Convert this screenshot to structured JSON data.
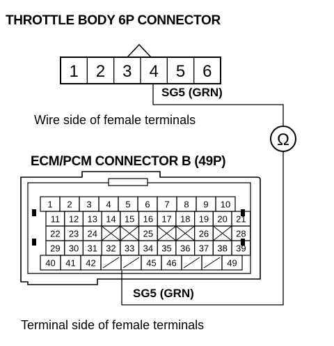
{
  "connector_6p": {
    "title": "THROTTLE BODY 6P CONNECTOR",
    "pins": [
      "1",
      "2",
      "3",
      "4",
      "5",
      "6"
    ],
    "caption": "Wire side of female terminals"
  },
  "wire_label_top": "SG5 (GRN)",
  "meter_symbol": "Ω",
  "connector_pcm": {
    "title": "ECM/PCM CONNECTOR B (49P)",
    "rows": [
      [
        "1",
        "2",
        "3",
        "4",
        "5",
        "6",
        "7",
        "8",
        "9",
        "10"
      ],
      [
        "11",
        "12",
        "13",
        "14",
        "15",
        "16",
        "17",
        "18",
        "19",
        "20",
        "21"
      ],
      [
        "22",
        "23",
        "24",
        "",
        "",
        "25",
        "",
        "",
        "26",
        "",
        "28"
      ],
      [
        "29",
        "30",
        "31",
        "32",
        "33",
        "34",
        "35",
        "36",
        "37",
        "38",
        "39"
      ],
      [
        "40",
        "41",
        "42",
        "",
        "",
        "45",
        "46",
        "",
        "",
        "49"
      ]
    ],
    "caption": "Terminal side of female terminals"
  },
  "wire_label_bottom": "SG5 (GRN)"
}
